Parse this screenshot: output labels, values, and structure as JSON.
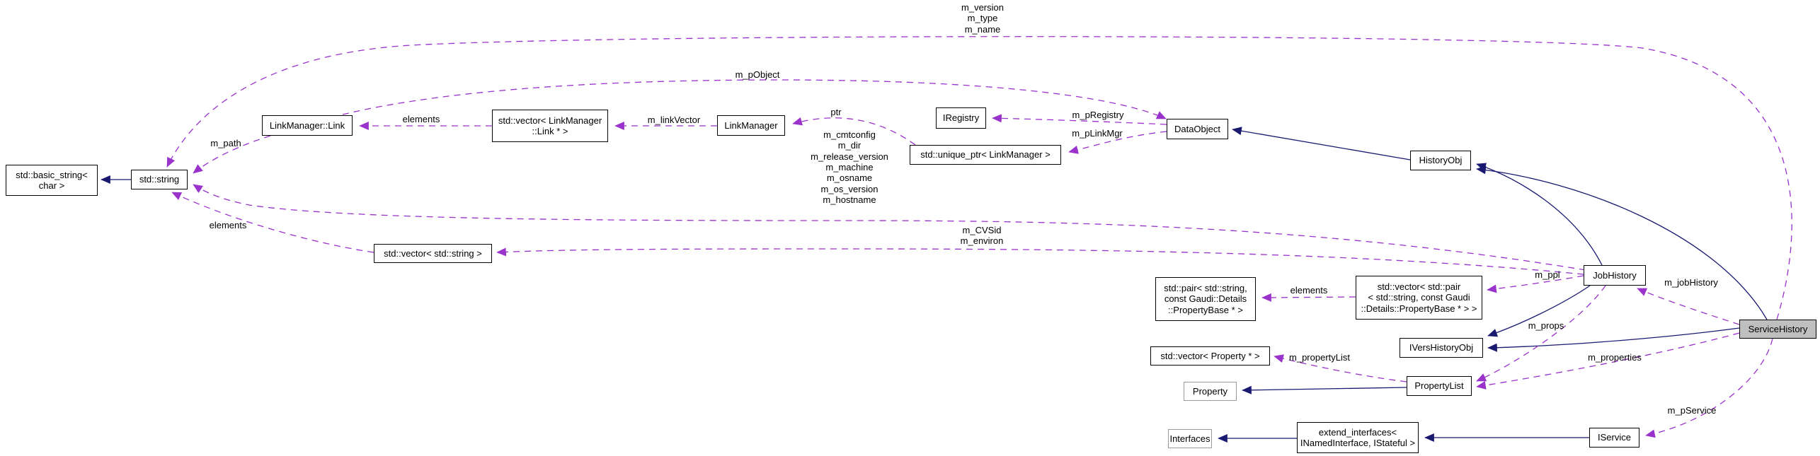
{
  "colors": {
    "background": "#ffffff",
    "inheritance_edge": "#191970",
    "usage_edge": "#9a32cc",
    "node_border": "#000000",
    "muted_node_border": "#9a9a9a",
    "current_node_fill": "#bfbfbf",
    "text": "#000000"
  },
  "nodes": [
    {
      "id": "std-basic-string-char",
      "label": "std::basic_string<\nchar >"
    },
    {
      "id": "std-string",
      "label": "std::string"
    },
    {
      "id": "linkmanager-link",
      "label": "LinkManager::Link"
    },
    {
      "id": "vector-linkmanager-link",
      "label": "std::vector< LinkManager\n::Link * >"
    },
    {
      "id": "linkmanager",
      "label": "LinkManager"
    },
    {
      "id": "iregistry",
      "label": "IRegistry"
    },
    {
      "id": "unique-ptr-linkmanager",
      "label": "std::unique_ptr< LinkManager >"
    },
    {
      "id": "dataobject",
      "label": "DataObject"
    },
    {
      "id": "historyobj",
      "label": "HistoryObj"
    },
    {
      "id": "jobhistory",
      "label": "JobHistory"
    },
    {
      "id": "servicehistory",
      "label": "ServiceHistory"
    },
    {
      "id": "vector-std-string",
      "label": "std::vector< std::string >"
    },
    {
      "id": "pair-string-propertybase",
      "label": "std::pair< std::string,\nconst Gaudi::Details\n::PropertyBase * >"
    },
    {
      "id": "vector-pair-string-propertybase",
      "label": "std::vector< std::pair\n< std::string, const Gaudi\n::Details::PropertyBase * > >"
    },
    {
      "id": "ivershistoryobj",
      "label": "IVersHistoryObj"
    },
    {
      "id": "vector-property-ptr",
      "label": "std::vector< Property * >"
    },
    {
      "id": "property",
      "label": "Property"
    },
    {
      "id": "propertylist",
      "label": "PropertyList"
    },
    {
      "id": "interfaces",
      "label": "Interfaces"
    },
    {
      "id": "extend-interfaces",
      "label": "extend_interfaces<\nINamedInterface, IStateful >"
    },
    {
      "id": "iservice",
      "label": "IService"
    }
  ],
  "edge_labels": [
    {
      "id": "m-version-type-name",
      "text": "m_version\nm_type\nm_name"
    },
    {
      "id": "m-pobject",
      "text": "m_pObject"
    },
    {
      "id": "elements-link",
      "text": "elements"
    },
    {
      "id": "m-linkvector",
      "text": "m_linkVector"
    },
    {
      "id": "ptr",
      "text": "ptr"
    },
    {
      "id": "m-cmtconfig-block",
      "text": "m_cmtconfig\nm_dir\nm_release_version\nm_machine\nm_osname\nm_os_version\nm_hostname"
    },
    {
      "id": "m-pregistry",
      "text": "m_pRegistry"
    },
    {
      "id": "m-plinkmgr",
      "text": "m_pLinkMgr"
    },
    {
      "id": "m-path",
      "text": "m_path"
    },
    {
      "id": "elements-string",
      "text": "elements"
    },
    {
      "id": "m-cvsid-environ",
      "text": "m_CVSid\nm_environ"
    },
    {
      "id": "elements-pair",
      "text": "elements"
    },
    {
      "id": "m-ppl",
      "text": "m_ppl"
    },
    {
      "id": "m-jobhistory",
      "text": "m_jobHistory"
    },
    {
      "id": "m-props",
      "text": "m_props"
    },
    {
      "id": "m-propertylist",
      "text": "m_propertyList"
    },
    {
      "id": "m-properties",
      "text": "m_properties"
    },
    {
      "id": "m-pservice",
      "text": "m_pService"
    }
  ]
}
